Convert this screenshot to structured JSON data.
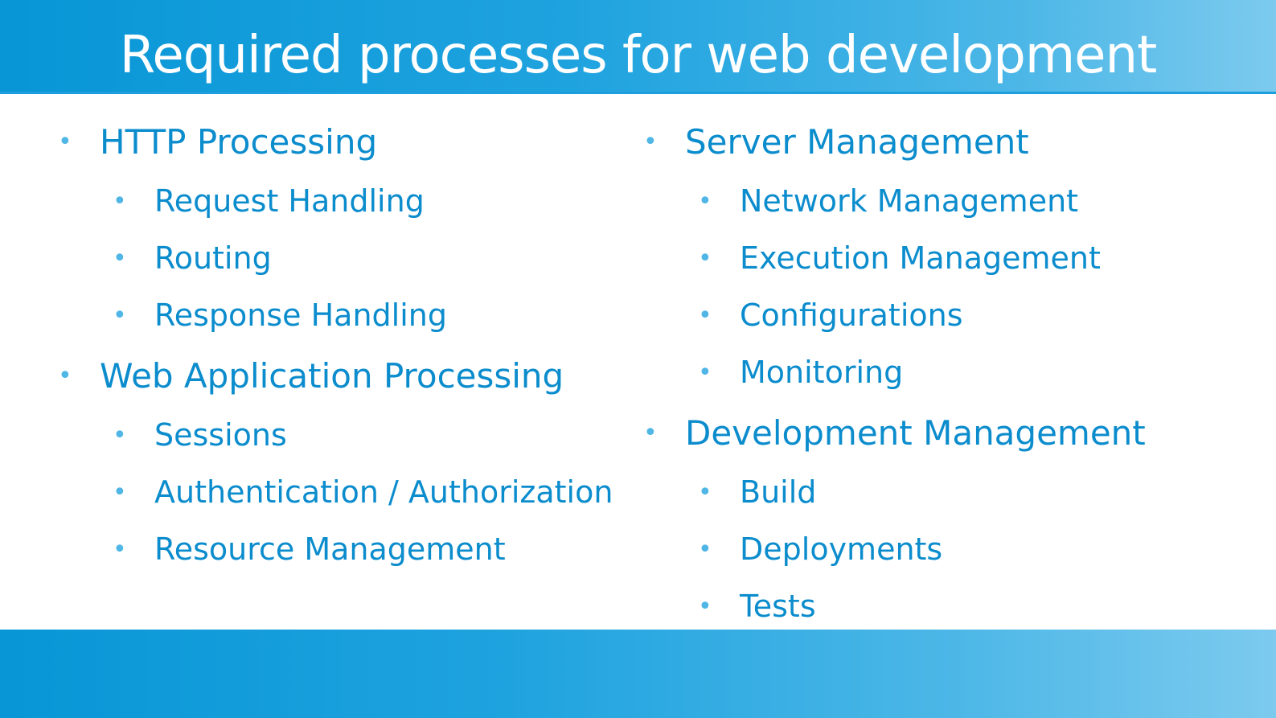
{
  "slide": {
    "title": "Required processes for web development"
  },
  "columns": [
    {
      "sections": [
        {
          "heading": "HTTP Processing",
          "items": [
            "Request Handling",
            "Routing",
            "Response Handling"
          ]
        },
        {
          "heading": "Web Application Processing",
          "items": [
            "Sessions",
            "Authentication / Authorization",
            "Resource Management"
          ]
        }
      ]
    },
    {
      "sections": [
        {
          "heading": "Server Management",
          "items": [
            "Network Management",
            "Execution Management",
            "Configurations",
            "Monitoring"
          ]
        },
        {
          "heading": "Development Management",
          "items": [
            "Build",
            "Deployments",
            "Tests"
          ]
        }
      ]
    }
  ],
  "bullet": "•",
  "colors": {
    "accent": "#0b8ccd",
    "bullet": "#4fb6e6",
    "band_start": "#0896d6",
    "band_end": "#7ccaee"
  }
}
